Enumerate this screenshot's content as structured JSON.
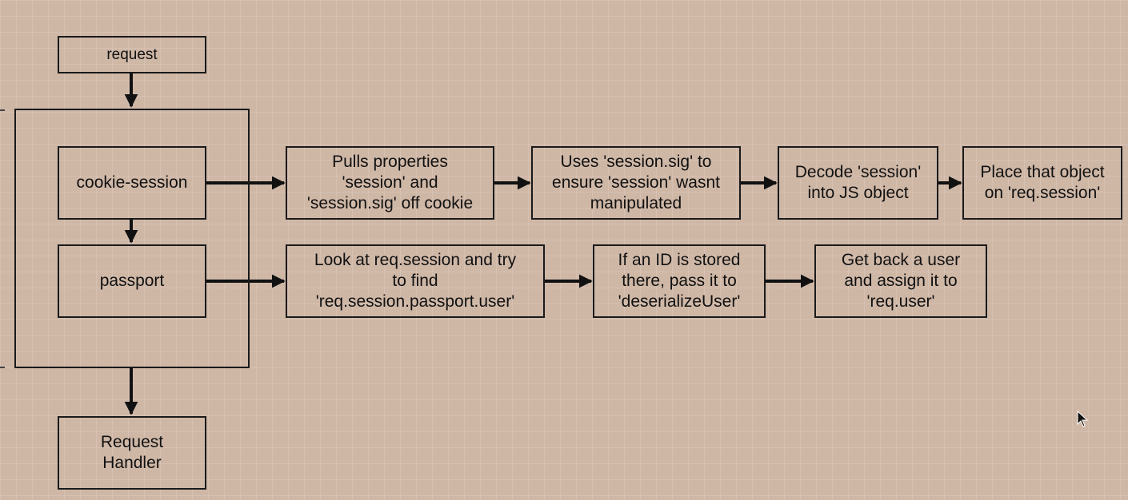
{
  "nodes": {
    "request": "request",
    "cookie_session": "cookie-session",
    "passport": "passport",
    "request_handler": "Request\nHandler",
    "pulls_properties": "Pulls properties\n'session' and\n'session.sig' off cookie",
    "uses_session_sig": "Uses 'session.sig' to\nensure 'session' wasnt\nmanipulated",
    "decode_session": "Decode 'session'\ninto JS object",
    "place_object": "Place that object\non 'req.session'",
    "look_at_session": "Look at req.session and try\nto find\n'req.session.passport.user'",
    "if_id_stored": "If an ID is stored\nthere, pass it to\n'deserializeUser'",
    "get_back_user": "Get back a user\nand assign it to\n'req.user'"
  },
  "colors": {
    "background": "#cfb7a6",
    "stroke": "#1a1a1a",
    "text": "#111111"
  },
  "icons": {
    "cursor": "mouse-pointer-icon"
  }
}
